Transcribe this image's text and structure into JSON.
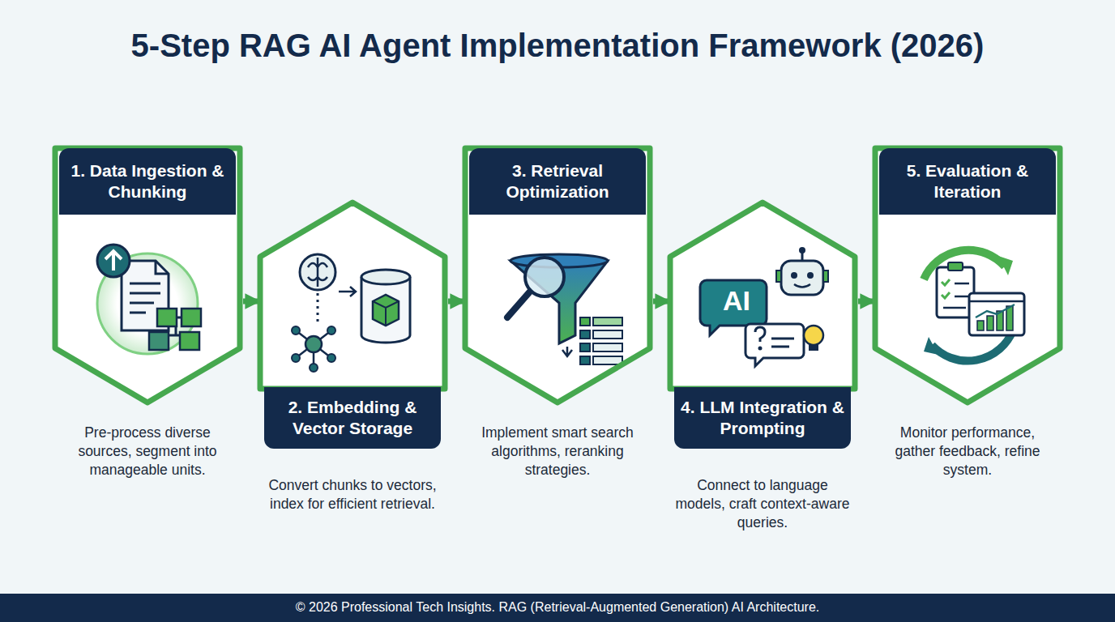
{
  "diagram": {
    "title": "5-Step RAG AI Agent Implementation Framework (2026)",
    "caption": "© 2026 Professional Tech Insights. RAG (Retrieval-Augmented Generation) AI Architecture.",
    "nodes": [
      {
        "text": [
          "1. Data Ingestion & Chunking",
          "Pre-process diverse sources, segment into manageable units."
        ]
      },
      {
        "text": [
          "2. Embedding & Vector Storage",
          "Convert chunks to vectors, index for efficient retrieval."
        ]
      },
      {
        "text": [
          "3. Retrieval Optimization",
          "Implement smart search algorithms, reranking strategies."
        ]
      },
      {
        "text": [
          "4. LLM Integration & Prompting",
          "Connect to language models, craft context-aware queries."
        ]
      },
      {
        "text": [
          "5. Evaluation & Iteration",
          "Monitor performance, gather feedback, refine system."
        ]
      }
    ],
    "edges": [
      {
        "from": 0,
        "to": 1,
        "arrow": "to"
      },
      {
        "from": 1,
        "to": 2,
        "arrow": "to"
      },
      {
        "from": 2,
        "to": 3,
        "arrow": "to"
      },
      {
        "from": 3,
        "to": 4,
        "arrow": "to"
      }
    ],
    "labels": [
      "AI"
    ]
  }
}
